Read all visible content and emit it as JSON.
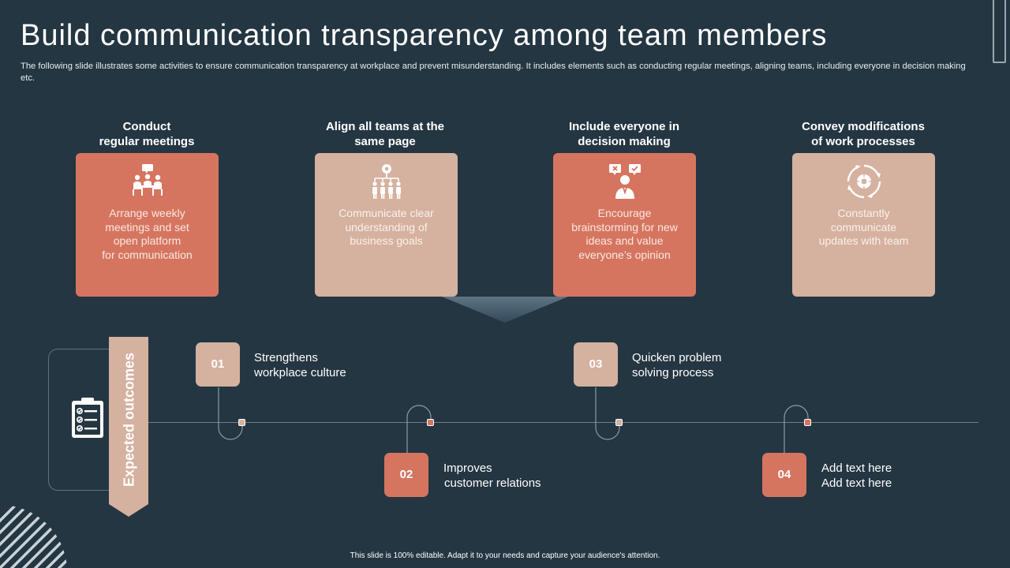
{
  "header": {
    "title": "Build communication transparency among team members",
    "subtitle": "The following slide illustrates some activities to ensure communication transparency at workplace and prevent misunderstanding. It includes elements such as conducting regular meetings, aligning teams, including everyone in decision making etc."
  },
  "activities": [
    {
      "heading_line1": "Conduct",
      "heading_line2": "regular meetings",
      "icon": "meeting-icon",
      "lines": [
        "Arrange weekly",
        "meetings and set",
        "open platform",
        "for communication"
      ]
    },
    {
      "heading_line1": "Align all teams at the",
      "heading_line2": "same page",
      "icon": "team-hierarchy-icon",
      "lines": [
        "Communicate clear",
        "understanding of",
        "business goals"
      ]
    },
    {
      "heading_line1": "Include everyone in",
      "heading_line2": "decision making",
      "icon": "decision-icon",
      "lines": [
        "Encourage",
        "brainstorming for new",
        "ideas and value",
        "everyone’s opinion"
      ]
    },
    {
      "heading_line1": "Convey modifications",
      "heading_line2": "of work processes",
      "icon": "process-cycle-icon",
      "lines": [
        "Constantly",
        "communicate",
        "updates with team"
      ]
    }
  ],
  "outcomes": {
    "label": "Expected outcomes",
    "icon": "clipboard-checklist-icon",
    "items": [
      {
        "number": "01",
        "line1": "Strengthens",
        "line2": "workplace culture"
      },
      {
        "number": "02",
        "line1": "Improves",
        "line2": "customer relations"
      },
      {
        "number": "03",
        "line1": "Quicken problem",
        "line2": "solving process"
      },
      {
        "number": "04",
        "line1": "Add text here",
        "line2": "Add text here"
      }
    ]
  },
  "footer": {
    "note": "This slide is 100% editable.  Adapt it to your needs and capture your audience's attention."
  },
  "colors": {
    "background": "#243642",
    "orange": "#d57560",
    "beige": "#d5b19f"
  }
}
